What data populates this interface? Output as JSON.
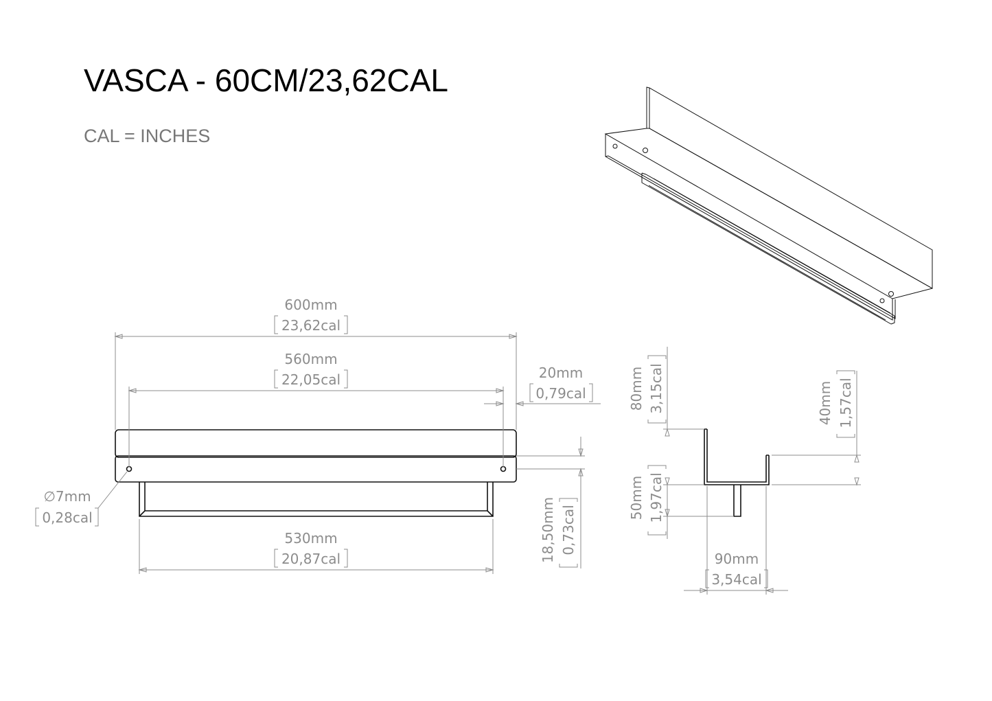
{
  "title": "VASCA - 60CM/23,62CAL",
  "subtitle": "CAL = INCHES",
  "dimensions": {
    "overall_length": {
      "mm": "600mm",
      "in": "23,62cal"
    },
    "hole_spacing": {
      "mm": "560mm",
      "in": "22,05cal"
    },
    "edge_offset": {
      "mm": "20mm",
      "in": "0,79cal"
    },
    "hole_diameter": {
      "symbol": "∅",
      "mm": "7mm",
      "in": "0,28cal"
    },
    "bar_length": {
      "mm": "530mm",
      "in": "20,87cal"
    },
    "hole_height": {
      "mm": "18,50mm",
      "in": "0,73cal"
    },
    "back_height": {
      "mm": "80mm",
      "in": "3,15cal"
    },
    "front_height": {
      "mm": "40mm",
      "in": "1,57cal"
    },
    "bar_drop": {
      "mm": "50mm",
      "in": "1,97cal"
    },
    "depth": {
      "mm": "90mm",
      "in": "3,54cal"
    }
  }
}
